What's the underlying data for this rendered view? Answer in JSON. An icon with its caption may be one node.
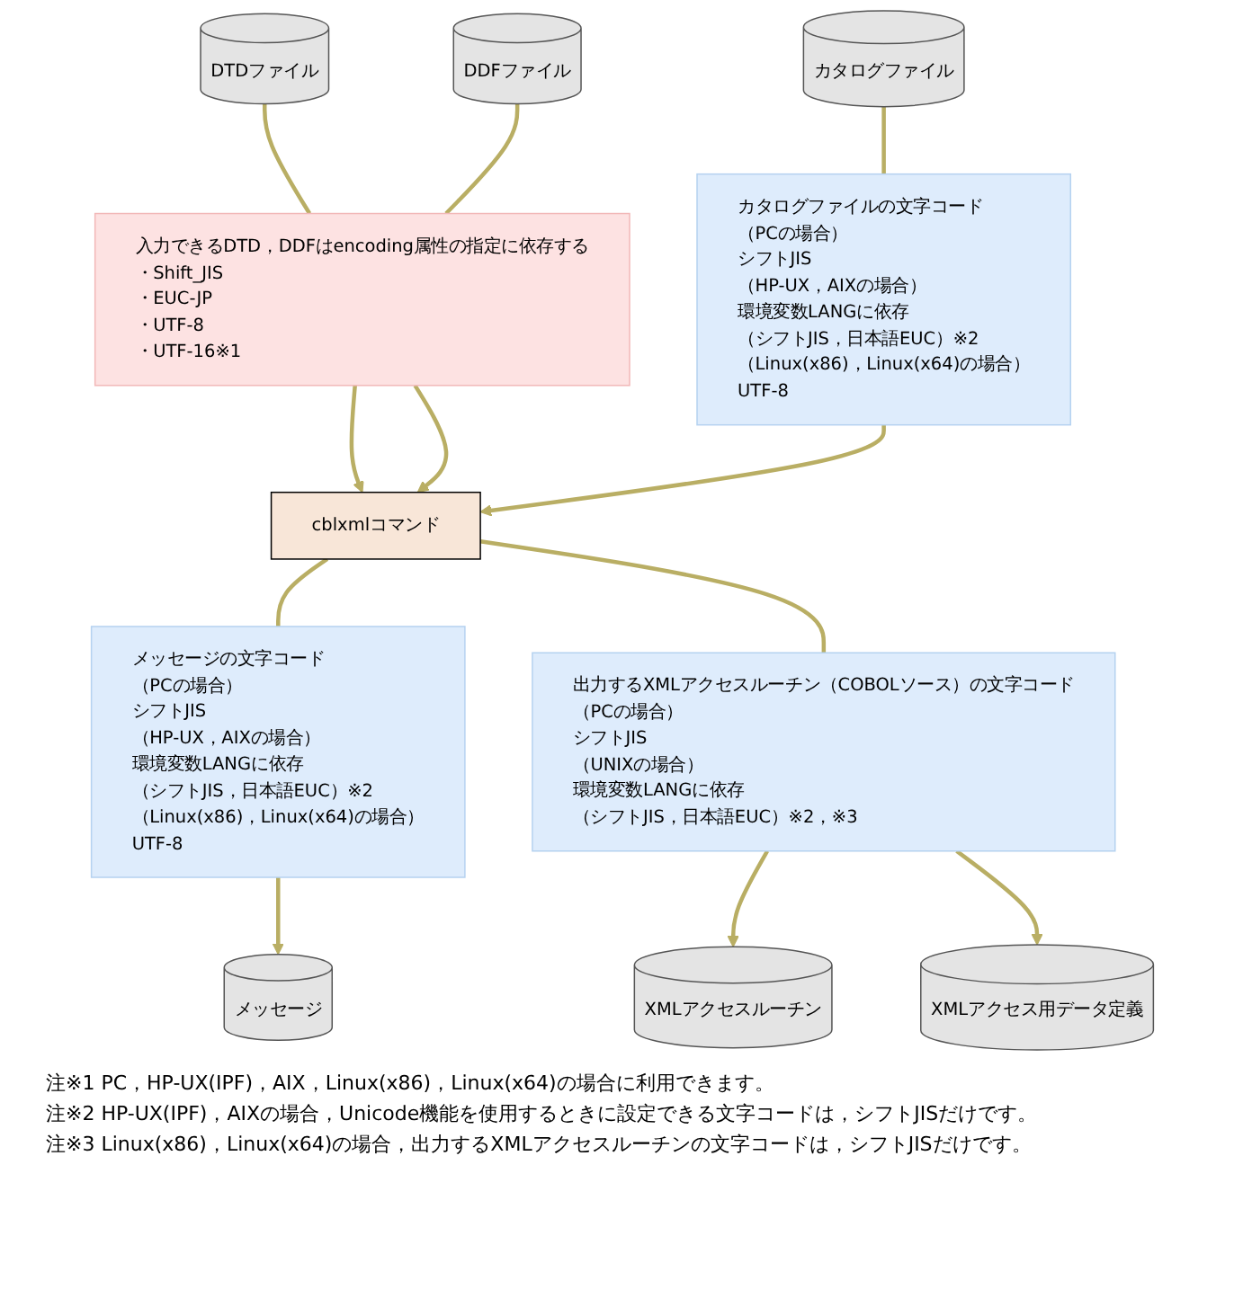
{
  "diagram": {
    "nodes": [
      {
        "text": [
          "DTDファイル"
        ]
      },
      {
        "text": [
          "DDFファイル"
        ]
      },
      {
        "text": [
          "カタログファイル"
        ]
      },
      {
        "text": [
          "入力できるDTD，DDFはencoding属性の指定に依存する",
          "・Shift_JIS",
          "・EUC-JP",
          "・UTF-8",
          "・UTF-16※1"
        ]
      },
      {
        "text": [
          "カタログファイルの文字コード",
          "（PCの場合）",
          "シフトJIS",
          "（HP-UX，AIXの場合）",
          "環境変数LANGに依存",
          "（シフトJIS，日本語EUC）※2",
          "（Linux(x86)，Linux(x64)の場合）",
          "UTF-8"
        ]
      },
      {
        "text": [
          "cblxmlコマンド"
        ]
      },
      {
        "text": [
          "メッセージの文字コード",
          "（PCの場合）",
          "シフトJIS",
          "（HP-UX，AIXの場合）",
          "環境変数LANGに依存",
          "（シフトJIS，日本語EUC）※2",
          "（Linux(x86)，Linux(x64)の場合）",
          "UTF-8"
        ]
      },
      {
        "text": [
          "メッセージ"
        ]
      },
      {
        "text": [
          "出力するXMLアクセスルーチン（COBOLソース）の文字コード",
          "（PCの場合）",
          "シフトJIS",
          "（UNIXの場合）",
          "環境変数LANGに依存",
          "（シフトJIS，日本語EUC）※2，※3"
        ]
      },
      {
        "text": [
          "XMLアクセスルーチン"
        ]
      },
      {
        "text": [
          "XMLアクセス用データ定義"
        ]
      }
    ],
    "edges": [
      {
        "from": 0,
        "to": 3,
        "arrow": "none"
      },
      {
        "from": 1,
        "to": 3,
        "arrow": "none"
      },
      {
        "from": 3,
        "to": 5,
        "arrow": "to"
      },
      {
        "from": 3,
        "to": 5,
        "arrow": "to"
      },
      {
        "from": 2,
        "to": 4,
        "arrow": "none"
      },
      {
        "from": 4,
        "to": 5,
        "arrow": "to"
      },
      {
        "from": 5,
        "to": 6,
        "arrow": "none"
      },
      {
        "from": 6,
        "to": 7,
        "arrow": "to"
      },
      {
        "from": 5,
        "to": 8,
        "arrow": "none"
      },
      {
        "from": 8,
        "to": 9,
        "arrow": "to"
      },
      {
        "from": 8,
        "to": 10,
        "arrow": "to"
      }
    ],
    "labels": [
      "注※1 PC，HP-UX(IPF)，AIX，Linux(x86)，Linux(x64)の場合に利用できます。",
      "注※2 HP-UX(IPF)，AIXの場合，Unicode機能を使用するときに設定できる文字コードは，シフトJISだけです。",
      "注※3 Linux(x86)，Linux(x64)の場合，出力するXMLアクセスルーチンの文字コードは，シフトJISだけです。"
    ]
  }
}
